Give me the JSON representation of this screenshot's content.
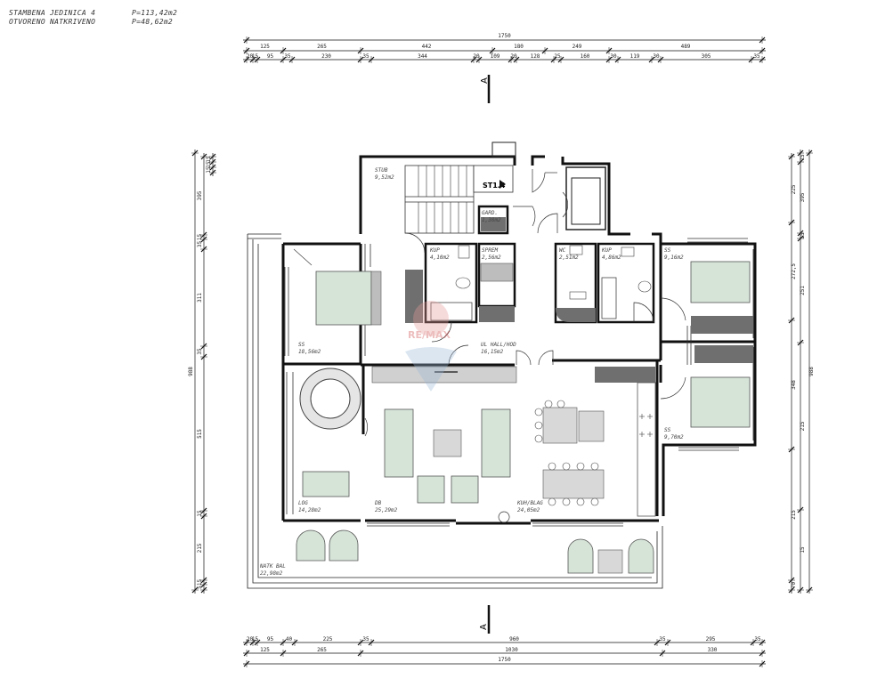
{
  "header": {
    "unit_label": "STAMBENA JEDINICA 4",
    "unit_area": "P=113,42m2",
    "open_label": "OTVORENO NATKRIVENO",
    "open_area": "P=48,62m2"
  },
  "top_dims": {
    "total": "1750",
    "row1": [
      "125",
      "265",
      "442",
      "180",
      "249",
      "489"
    ],
    "row2": [
      "20",
      "15",
      "95",
      "35",
      "230",
      "35",
      "344",
      "20",
      "109",
      "20",
      "128",
      "25",
      "160",
      "30",
      "119",
      "30",
      "305",
      "35"
    ]
  },
  "bottom_dims": {
    "total": "1750",
    "row1": [
      "20",
      "15",
      "95",
      "40",
      "225",
      "35",
      "960",
      "35",
      "295",
      "35"
    ],
    "row2": [
      "125",
      "265",
      "1030",
      "330"
    ]
  },
  "left_dims": {
    "total": "988",
    "row1": [
      "395",
      "15",
      "35",
      "311",
      "35",
      "515",
      "15",
      "215",
      "15",
      "5"
    ],
    "row2": [
      "15",
      "15",
      "15"
    ]
  },
  "right_dims": {
    "total": "988",
    "row1": [
      "225",
      "272,5",
      "348",
      "215",
      "70"
    ],
    "row2": [
      "15",
      "395",
      "15",
      "251",
      "215",
      "15"
    ]
  },
  "section_marker": "A",
  "stair_label": "ST1.4",
  "watermark": "RE/MAX",
  "rooms": {
    "stub": {
      "name": "STUB",
      "area": "9,52m2"
    },
    "garde": {
      "name": "GARD.",
      "area": "1,30m2"
    },
    "kup1": {
      "name": "KUP",
      "area": "4,10m2"
    },
    "spremiste": {
      "name": "SPREM",
      "area": "2,56m2"
    },
    "wc": {
      "name": "WC",
      "area": "2,51m2"
    },
    "kup2": {
      "name": "KUP",
      "area": "4,86m2"
    },
    "ss1": {
      "name": "SS",
      "area": "9,16m2"
    },
    "ss_main": {
      "name": "SS",
      "area": "18,56m2"
    },
    "hall": {
      "name": "UL HALL/HOD",
      "area": "16,15m2"
    },
    "ss2": {
      "name": "SS",
      "area": "9,70m2"
    },
    "log": {
      "name": "LOG",
      "area": "14,28m2"
    },
    "db": {
      "name": "DB",
      "area": "25,29m2"
    },
    "kuh": {
      "name": "KUH/BLAG",
      "area": "24,05m2"
    },
    "balcony": {
      "name": "NATK BAL",
      "area": "22,98m2"
    }
  }
}
